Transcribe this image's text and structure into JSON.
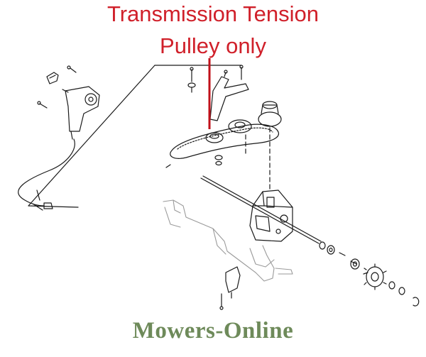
{
  "title": {
    "line1": "Transmission Tension",
    "line2": "Pulley only"
  },
  "logo": {
    "text": "Mowers-Online"
  },
  "colors": {
    "title": "#d0202a",
    "pointer": "#c0101a",
    "line_art": "#1a1a1a",
    "faded_art": "#9a9a9a",
    "logo": "#6e8a5a"
  }
}
